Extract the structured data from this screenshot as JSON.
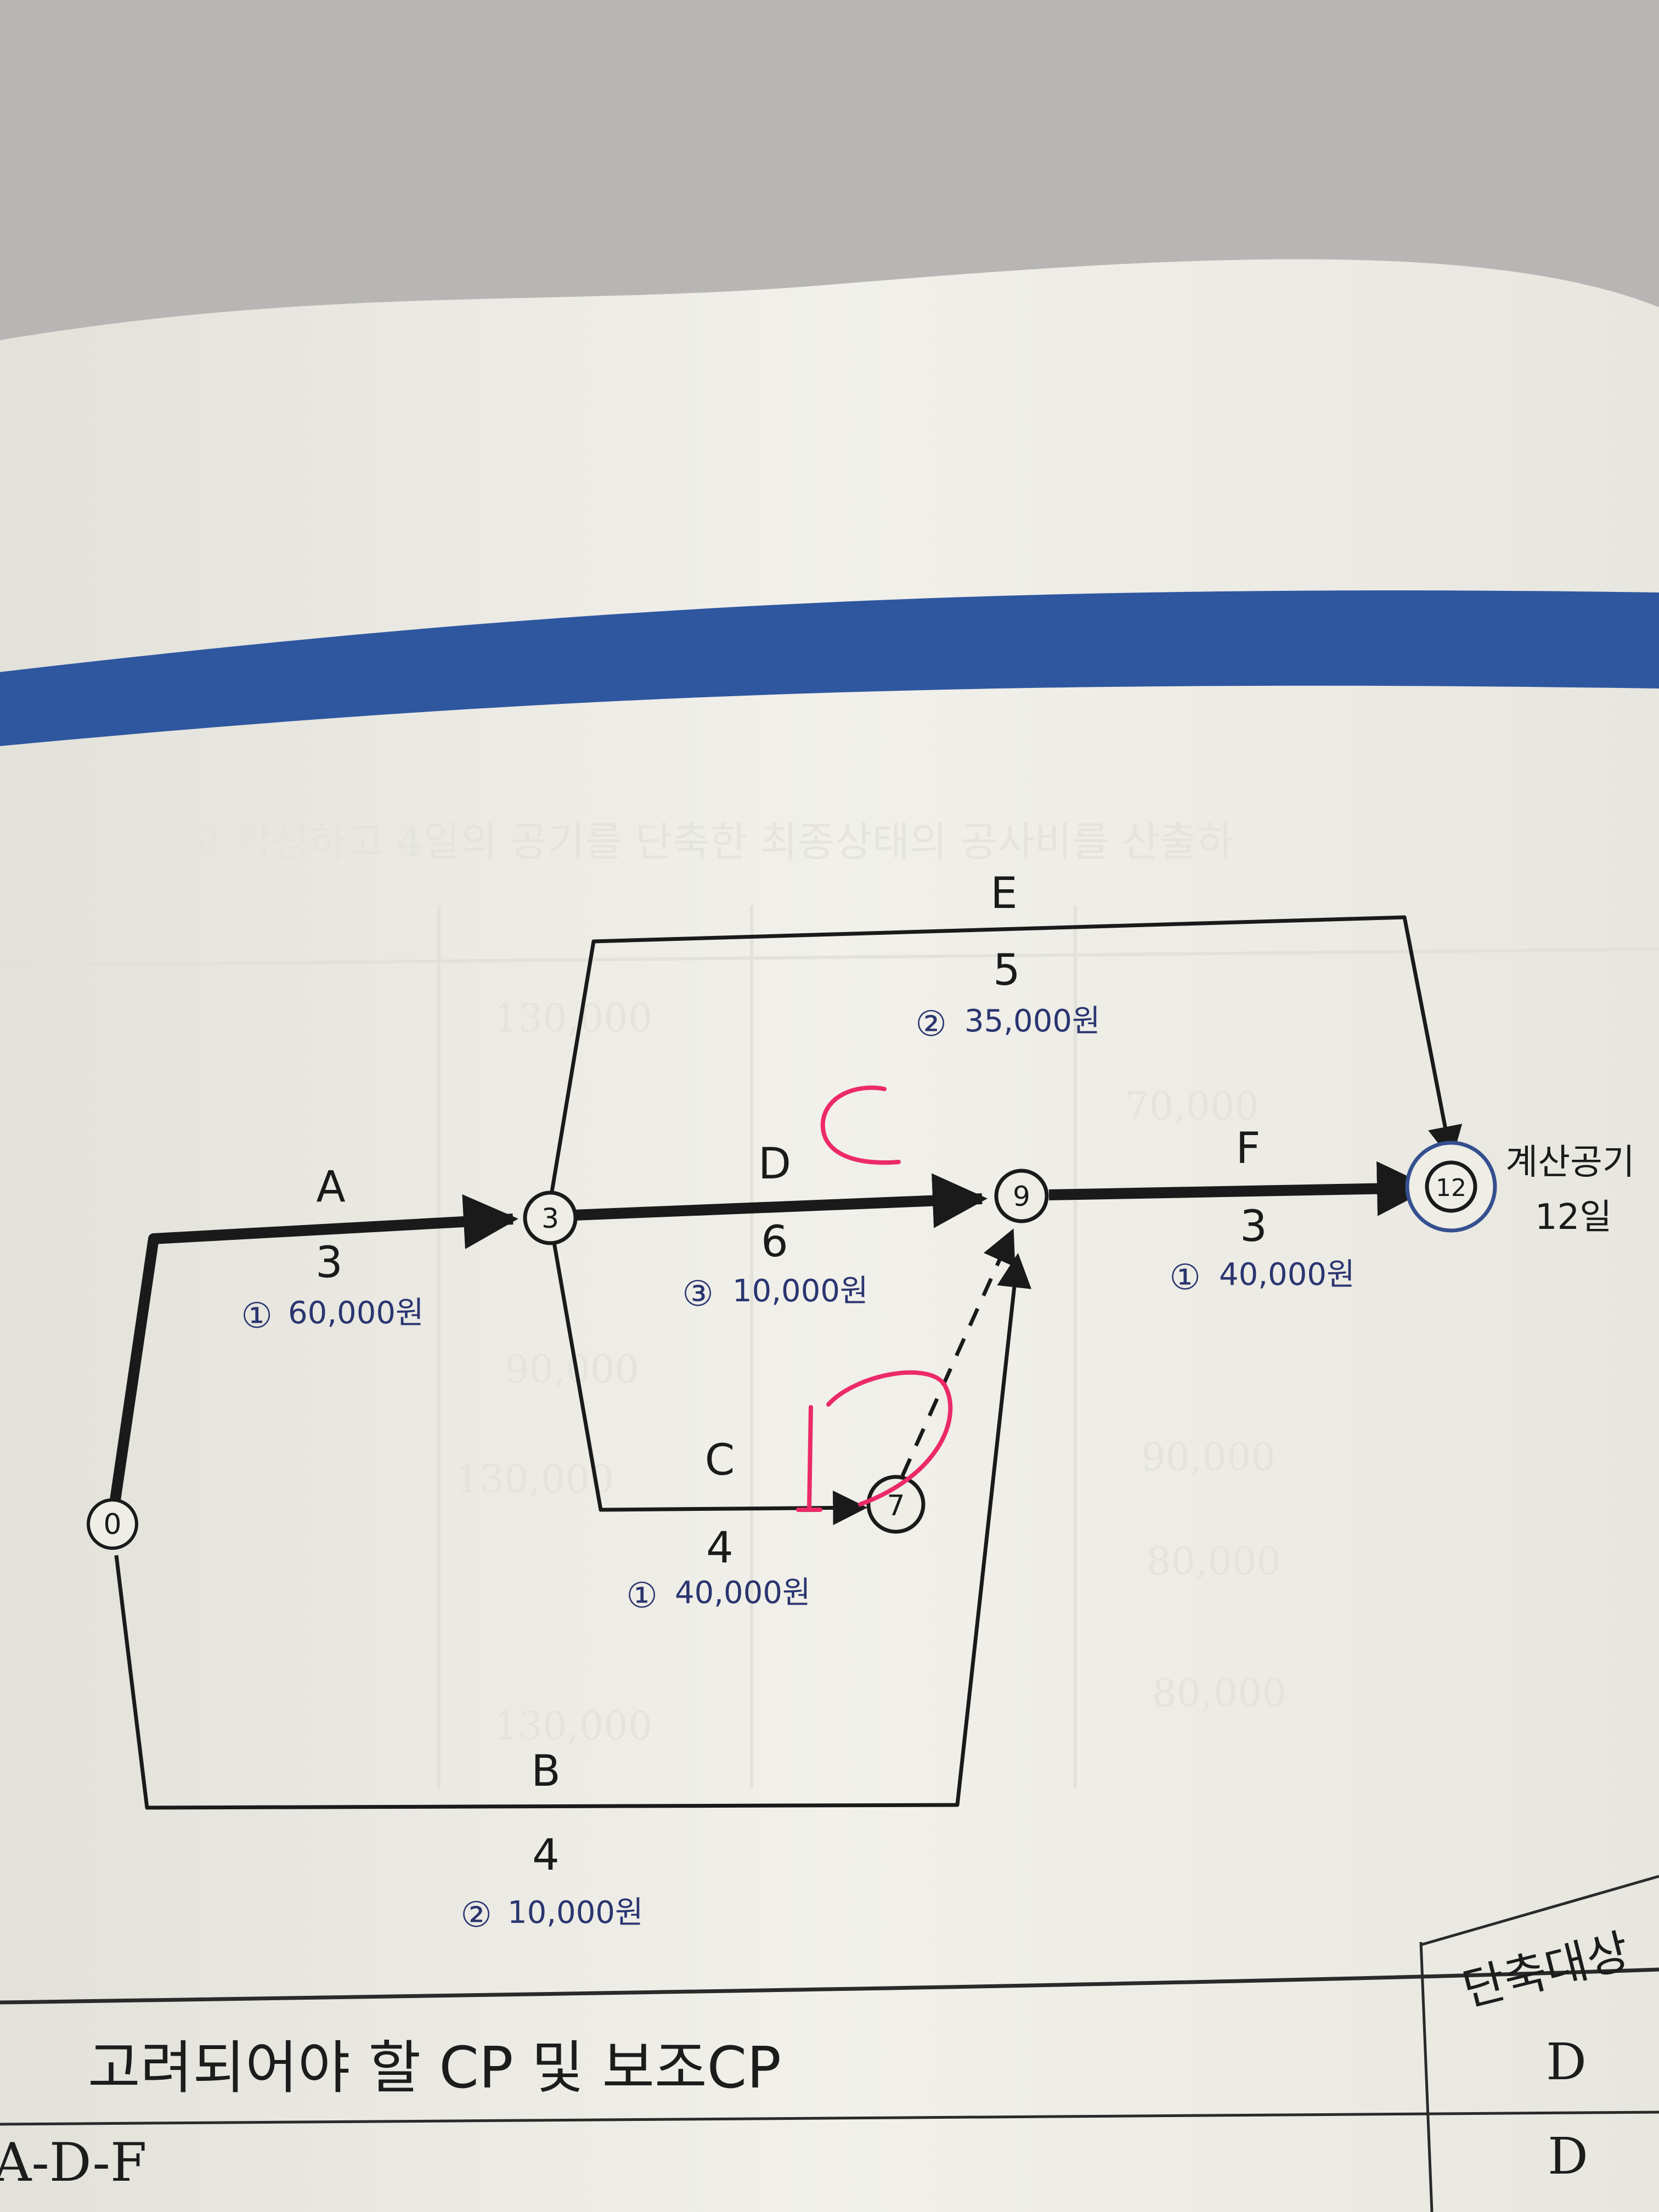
{
  "diagram": {
    "nodes": [
      {
        "id": "n0",
        "label": "0"
      },
      {
        "id": "n3",
        "label": "3"
      },
      {
        "id": "n7",
        "label": "7"
      },
      {
        "id": "n9",
        "label": "9"
      },
      {
        "id": "n12",
        "label": "12"
      }
    ],
    "activities": [
      {
        "id": "A",
        "name": "A",
        "duration": "3",
        "rank": "①",
        "cost": "60,000원",
        "critical": true
      },
      {
        "id": "B",
        "name": "B",
        "duration": "4",
        "rank": "②",
        "cost": "10,000원",
        "critical": false
      },
      {
        "id": "C",
        "name": "C",
        "duration": "4",
        "rank": "①",
        "cost": "40,000원",
        "critical": false
      },
      {
        "id": "D",
        "name": "D",
        "duration": "6",
        "rank": "③",
        "cost": "10,000원",
        "critical": true
      },
      {
        "id": "E",
        "name": "E",
        "duration": "5",
        "rank": "②",
        "cost": "35,000원",
        "critical": false
      },
      {
        "id": "F",
        "name": "F",
        "duration": "3",
        "rank": "①",
        "cost": "40,000원",
        "critical": true
      }
    ],
    "dummy": {
      "from": "7",
      "to": "9"
    },
    "total_label": "계산공기",
    "total_value": "12일"
  },
  "table": {
    "header_col": "단축대상",
    "row1_label": "고려되어야 할 CP 및 보조CP",
    "row1_value": "D",
    "row2_label": "A-D-F",
    "row2_value": "D"
  },
  "colors": {
    "page": "#eeede6",
    "band": "#2f57a0",
    "ink": "#1a1a1a",
    "cost_ink": "#2a3570",
    "pen": "#ec2a6a",
    "end_ring": "#35508f"
  }
}
